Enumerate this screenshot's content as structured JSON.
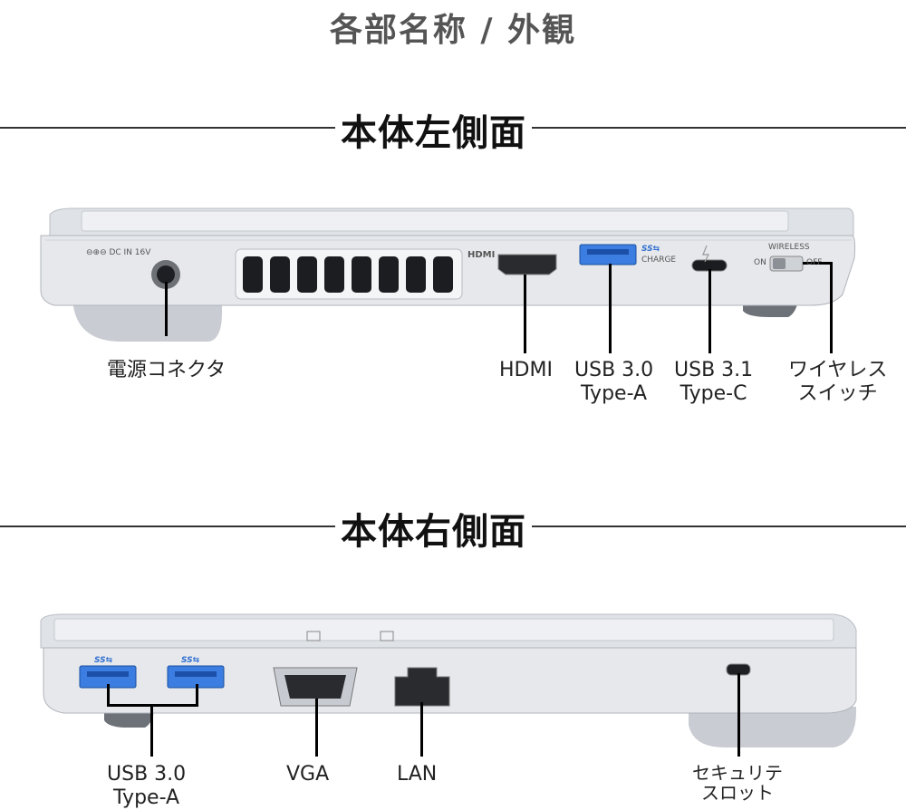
{
  "page_title": "各部名称 / 外観",
  "left_side": {
    "title": "本体左側面",
    "print": {
      "dc_in": "⊖⊕⊖ DC IN 16V",
      "hdmi": "HDMI",
      "ss": "SS⇆",
      "charge": "CHARGE",
      "wireless": "WIRELESS",
      "on": "ON",
      "off": "OFF"
    },
    "labels": {
      "power": "電源コネクタ",
      "hdmi": "HDMI",
      "usb30_line1": "USB 3.0",
      "usb30_line2": "Type-A",
      "usb31_line1": "USB 3.1",
      "usb31_line2": "Type-C",
      "wireless_line1": "ワイヤレス",
      "wireless_line2": "スイッチ"
    }
  },
  "right_side": {
    "title": "本体右側面",
    "print": {
      "ss1": "SS⇆",
      "ss2": "SS⇆"
    },
    "labels": {
      "usb30_line1": "USB 3.0",
      "usb30_line2": "Type-A",
      "vga": "VGA",
      "lan": "LAN",
      "security_line1": "セキュリテ",
      "security_line2": "スロット"
    }
  },
  "colors": {
    "leader": "#1f8be0",
    "usb_blue": "#2f6fd0",
    "body_silver": "#e6e8ec"
  }
}
